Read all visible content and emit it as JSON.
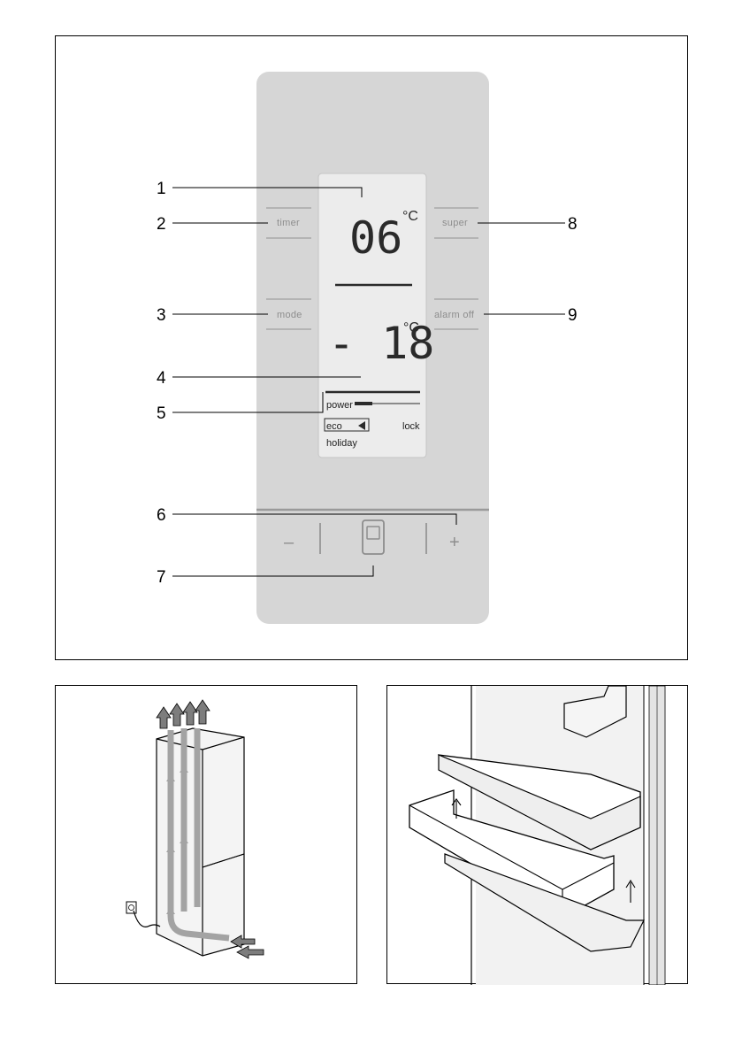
{
  "panel": {
    "fridge_temp": "06",
    "freezer_temp": "- 18",
    "unit": "°C",
    "buttons": {
      "timer": "timer",
      "mode": "mode",
      "super": "super",
      "alarm_off": "alarm off",
      "minus": "–",
      "plus": "+"
    },
    "lcd": {
      "power": "power",
      "eco": "eco",
      "lock": "lock",
      "holiday": "holiday"
    }
  },
  "callouts": {
    "c1": "1",
    "c2": "2",
    "c3": "3",
    "c4": "4",
    "c5": "5",
    "c6": "6",
    "c7": "7",
    "c8": "8",
    "c9": "9"
  },
  "colors": {
    "panel": "#d6d6d6",
    "lcd": "#ececec",
    "label_gray": "#8d8d8d",
    "arrow_gray": "#9a9a9a"
  }
}
